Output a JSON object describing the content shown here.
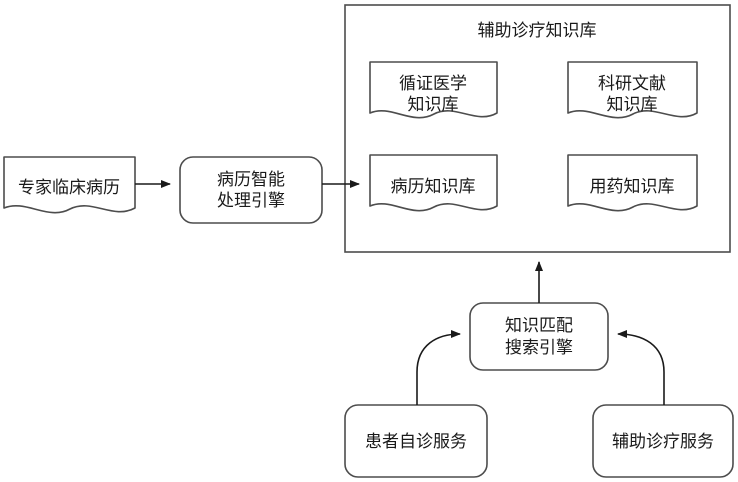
{
  "diagram": {
    "title_visible": false,
    "colors": {
      "background": "#ffffff",
      "shape_stroke": "#4d4d4d",
      "connector_stroke": "#1a1a1a",
      "text": "#1a1a1a",
      "shape_fill": "#ffffff"
    },
    "container": {
      "label": "辅助诊疗知识库"
    },
    "nodes": {
      "expert_records": {
        "label": "专家临床病历",
        "shape": "document"
      },
      "record_engine": {
        "label_line1": "病历智能",
        "label_line2": "处理引擎",
        "shape": "rounded-rect"
      },
      "ebm_kb": {
        "label_line1": "循证医学",
        "label_line2": "知识库",
        "shape": "document"
      },
      "research_kb": {
        "label_line1": "科研文献",
        "label_line2": "知识库",
        "shape": "document"
      },
      "record_kb": {
        "label": "病历知识库",
        "shape": "document"
      },
      "medication_kb": {
        "label": "用药知识库",
        "shape": "document"
      },
      "match_engine": {
        "label_line1": "知识匹配",
        "label_line2": "搜索引擎",
        "shape": "rounded-rect"
      },
      "self_diagnosis_service": {
        "label": "患者自诊服务",
        "shape": "rounded-rect"
      },
      "assist_diagnosis_service": {
        "label": "辅助诊疗服务",
        "shape": "rounded-rect"
      }
    },
    "edges": [
      {
        "name": "expert-records-to-engine",
        "from": "expert_records",
        "to": "record_engine",
        "style": "straight-arrow"
      },
      {
        "name": "engine-to-record-kb",
        "from": "record_engine",
        "to": "record_kb",
        "style": "straight-arrow"
      },
      {
        "name": "match-engine-to-container",
        "from": "match_engine",
        "to": "container",
        "style": "straight-arrow"
      },
      {
        "name": "self-diagnosis-to-match-engine",
        "from": "self_diagnosis_service",
        "to": "match_engine",
        "style": "curved-arrow"
      },
      {
        "name": "assist-diagnosis-to-match-engine",
        "from": "assist_diagnosis_service",
        "to": "match_engine",
        "style": "curved-arrow"
      }
    ]
  }
}
